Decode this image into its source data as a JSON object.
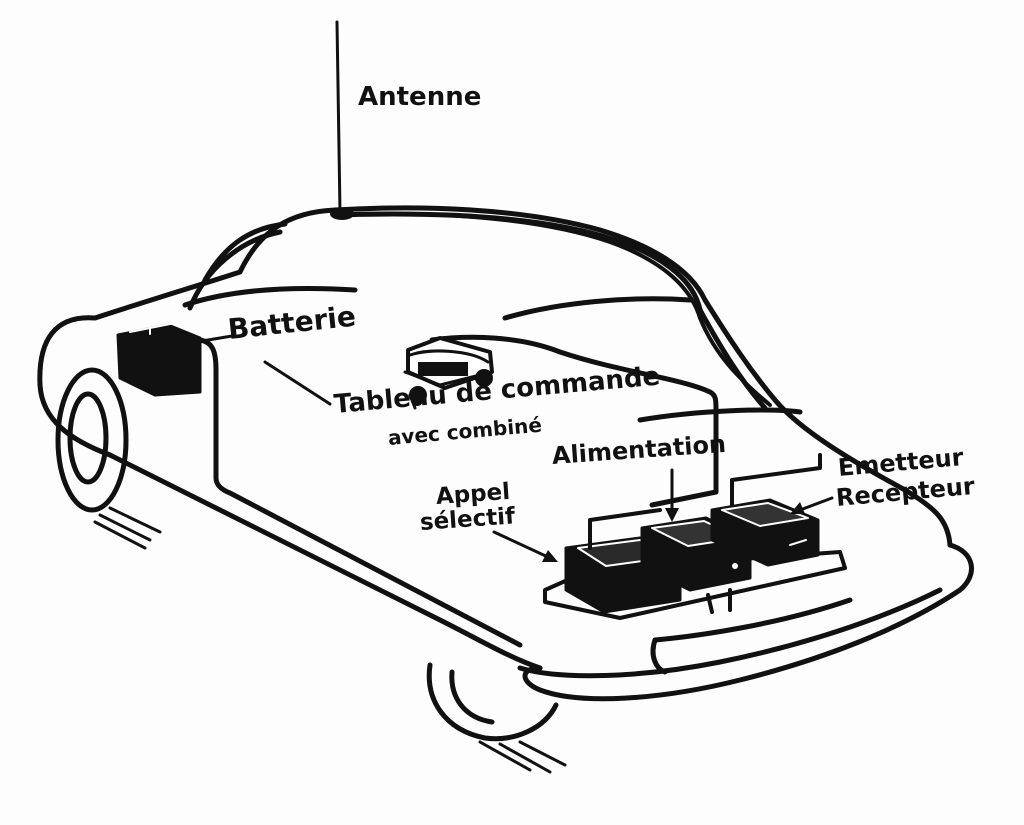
{
  "labels": {
    "antenne": "Antenne",
    "batterie": "Batterie",
    "tableau": "Tableau de commande",
    "avec": "avec combiné",
    "alimentation": "Alimentation",
    "appel": "Appel",
    "selectif": "sélectif",
    "emetteur": "Emetteur",
    "recepteur": "Recepteur"
  },
  "colors": {
    "ink": "#111111",
    "paper": "#fdfdfd"
  }
}
